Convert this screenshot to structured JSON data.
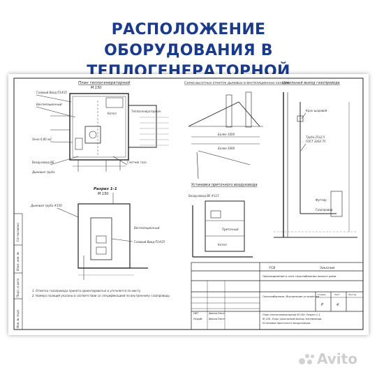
{
  "header": {
    "line1": "РАСПОЛОЖЕНИЕ",
    "line2": "ОБОРУДОВАНИЯ В ТЕПЛОГЕНЕРАТОРНОЙ"
  },
  "plan": {
    "title": "План теплогенераторной",
    "subtitle": "М 150",
    "labels": [
      "Газовый Ввод П1#25",
      "Вентиляционный",
      "Котел",
      "Теплогенераторная",
      "Окно 0,80 м2",
      "Воздуховод ВЕ",
      "Дымовая труба",
      "Счетчик газа"
    ]
  },
  "section": {
    "title": "Разрез 1-1",
    "subtitle": "М 150",
    "labels": [
      "Дымовая труба #150",
      "Газовый Ввод П1#25",
      "Вентиляционный"
    ]
  },
  "scheme": {
    "title": "Схема высотных отметок дымовых и вентиляционных каналов",
    "labels": [
      "Более 1000",
      "Более 1000"
    ]
  },
  "vent": {
    "title": "Установка приточного воздуховода",
    "labels": [
      "Воздуховод ВЕ #115",
      "Приточный",
      "Котел"
    ]
  },
  "gas": {
    "title": "Цокольный выход газопровода",
    "labels": [
      "Кран шаровой",
      "Труба 25x2,5",
      "ГОСТ 3262-75",
      "Футляр",
      "Газопровод"
    ]
  },
  "notes": [
    "1. Отметка газопровода принята ориентировочно и уточняется по месту.",
    "2. Номера позиций указаны в соответствии со спецификацией по внутреннему газопроводу."
  ],
  "stamp": {
    "code": "-ГСВ",
    "customer": "Заказчик",
    "project": "Присоединение к сети газоснабжения жилого дома",
    "section": "Газоснабжение. Внутренние устройства",
    "stage_header": "Стадия",
    "sheet_header": "Лист",
    "sheets_header": "Листов",
    "stage": "Р",
    "sheet": "4",
    "contents": [
      "План теплогенераторной М 150. Разрез 1-1",
      "М 150. Узлы: Цокольный выход газопровода.",
      "Установка приточного воздуховода."
    ],
    "roles": [
      "ГИП",
      "Разраб."
    ],
    "names": [
      "Иванов-Ранчн",
      "Иванов-Ранчн"
    ]
  },
  "side_labels": [
    "Инв. № подл.",
    "Подп. и дата",
    "Взам. инв. №",
    "Согласовано"
  ],
  "watermark": "Avito"
}
